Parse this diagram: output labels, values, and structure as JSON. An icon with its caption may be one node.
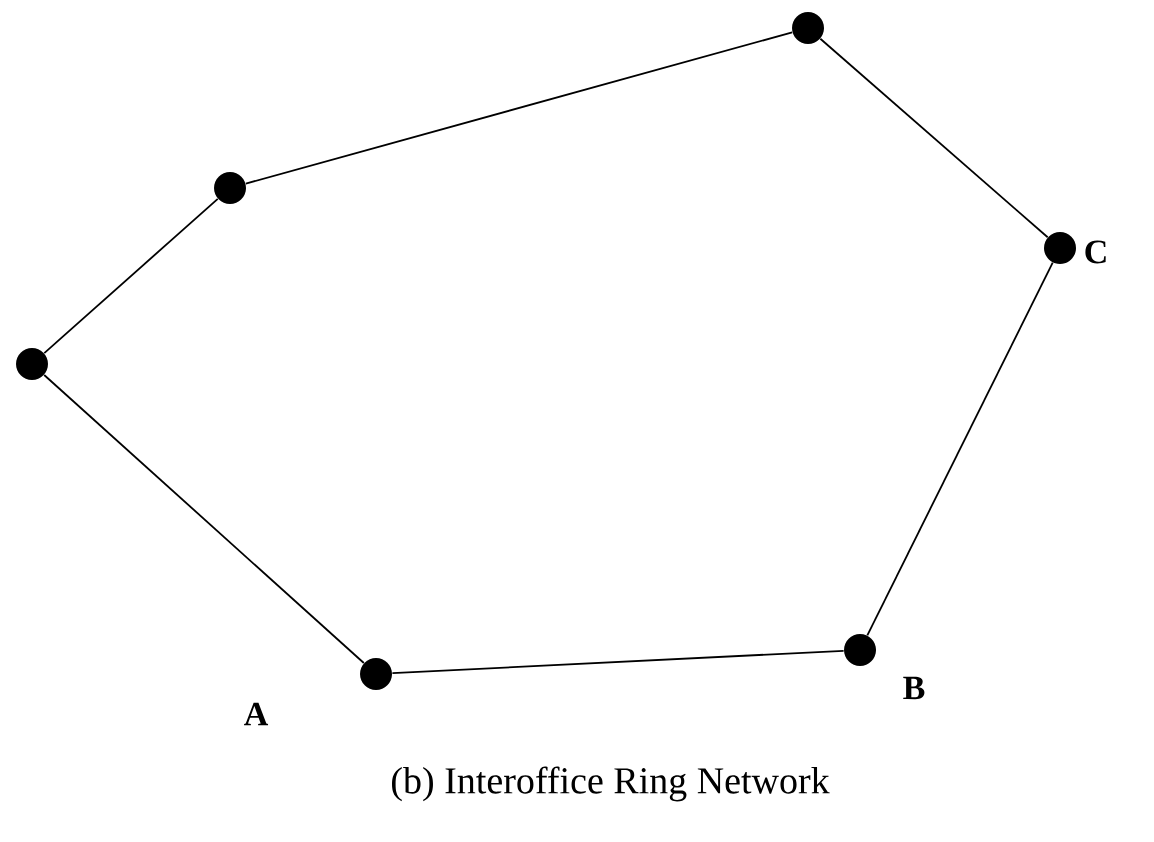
{
  "diagram": {
    "caption": "(b) Interoffice Ring Network",
    "nodes": [
      {
        "text": [],
        "shape": "circle"
      },
      {
        "text": [],
        "shape": "circle"
      },
      {
        "text": [],
        "shape": "circle",
        "beside": [
          "A"
        ]
      },
      {
        "text": [],
        "shape": "circle"
      },
      {
        "text": [],
        "shape": "circle",
        "beside": [
          "B"
        ]
      },
      {
        "text": [],
        "shape": "circle",
        "beside": [
          "C"
        ]
      }
    ],
    "edges": [
      {
        "from": 0,
        "to": 1,
        "arrow": "none"
      },
      {
        "from": 1,
        "to": 3,
        "arrow": "none"
      },
      {
        "from": 3,
        "to": 5,
        "arrow": "none"
      },
      {
        "from": 5,
        "to": 4,
        "arrow": "none"
      },
      {
        "from": 4,
        "to": 2,
        "arrow": "none"
      },
      {
        "from": 2,
        "to": 0,
        "arrow": "none"
      }
    ]
  }
}
